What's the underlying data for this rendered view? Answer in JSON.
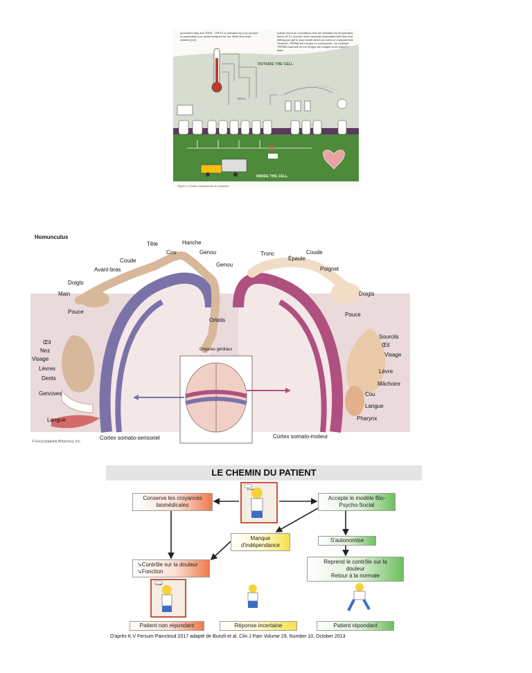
{
  "figure1": {
    "text_left": "prescribes stop and TRPA - TRPV1 is activated by a by product of paracetamol (or acetaminophen for our North American readers) [12].",
    "text_right": "mainly found on nociceptors that are activated by temperature below (9°C), and are most obviously associated with that cold feeling you get in your mouth when you suck on a peppermint. However, TRPM8 are not just on nociceptors - for example TRPM8 channels on the tongue are thought to be important in taste.",
    "outside_label": "OUTSIDE THE CELL",
    "inside_label": "INSIDE THE CELL",
    "caption": "Figure 1.1 Basic components of receptors",
    "side_mark": "TRPV1",
    "colors": {
      "outside": "#d6dccf",
      "membrane": "#5a3a5e",
      "inside": "#4d8a3a",
      "thermo": "#c0392b"
    }
  },
  "figure2": {
    "title": "Homunculus",
    "left_labels": [
      "Tête",
      "Hanche",
      "Cou",
      "Genou",
      "Coude",
      "Avant-bras",
      "Genou",
      "Doigts",
      "Main",
      "Pouce",
      "Orteils",
      "Œil",
      "Nez",
      "Visage",
      "Lèvres",
      "Dents",
      "Gencives",
      "Langue",
      "Organes génitaux"
    ],
    "right_labels": [
      "Tronc",
      "Coude",
      "Épaule",
      "Poignet",
      "Doigts",
      "Pouce",
      "Sourcils",
      "Œil",
      "Visage",
      "Lèvre",
      "Mâchoire",
      "Cou",
      "Langue",
      "Pharynx"
    ],
    "bottom_left": "Cortex somato-sensoriel",
    "bottom_right": "Cortex somato-moteur",
    "copyright": "© Encyclopædia Britannica, Inc.",
    "colors": {
      "sensory": "#7b73a8",
      "motor": "#b0507f",
      "skin": "#d8b89a"
    }
  },
  "figure3": {
    "title": "LE CHEMIN DU PATIENT",
    "box_beliefs": [
      "Conserve les croyances",
      "biomédicales"
    ],
    "box_model": [
      "Accepte le modèle Bio-",
      "Psycho-Social"
    ],
    "box_lack": [
      "Manque",
      "d'indépendance"
    ],
    "box_autonomy": "S'autonomise",
    "box_control": [
      "Reprend le contrôle sur la",
      "douleur",
      "Retour à la normale"
    ],
    "box_decrease": [
      "➘Contrôle sur la douleur",
      "➘Fonction"
    ],
    "box_nonresp": "Patient non répondant",
    "box_uncertain": "Réponse incertaine",
    "box_resp": "Patient répondant",
    "doh": "D'oh!",
    "caption": "D'après K.V Fersum Paincloud 2017 adapté de Bunzli et al. Clin J Pain Volume 29, Number 10, October 2013",
    "colors": {
      "red": "#ef7a4c",
      "green": "#6fbf5f",
      "yellow": "#f4e14a"
    }
  }
}
